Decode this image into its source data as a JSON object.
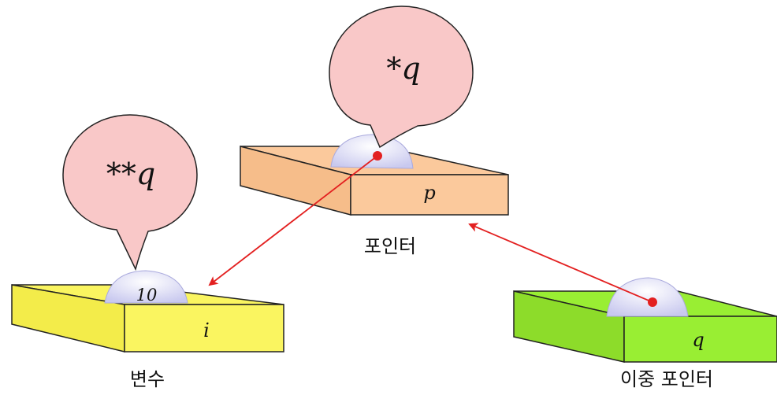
{
  "boxes": {
    "variable": {
      "name": "i",
      "value": "10",
      "caption": "변수",
      "color": "#faf560"
    },
    "pointer": {
      "name": "p",
      "caption": "포인터",
      "color": "#fbc99c"
    },
    "double_pointer": {
      "name": "q",
      "caption": "이중 포인터",
      "color": "#99ee33"
    }
  },
  "bubbles": {
    "deref_once": "*q",
    "deref_twice": "**q",
    "color": "#f9c8c8"
  },
  "colors": {
    "arrow": "#e32020",
    "dome": "#d8d8f4",
    "outline": "#222222"
  }
}
